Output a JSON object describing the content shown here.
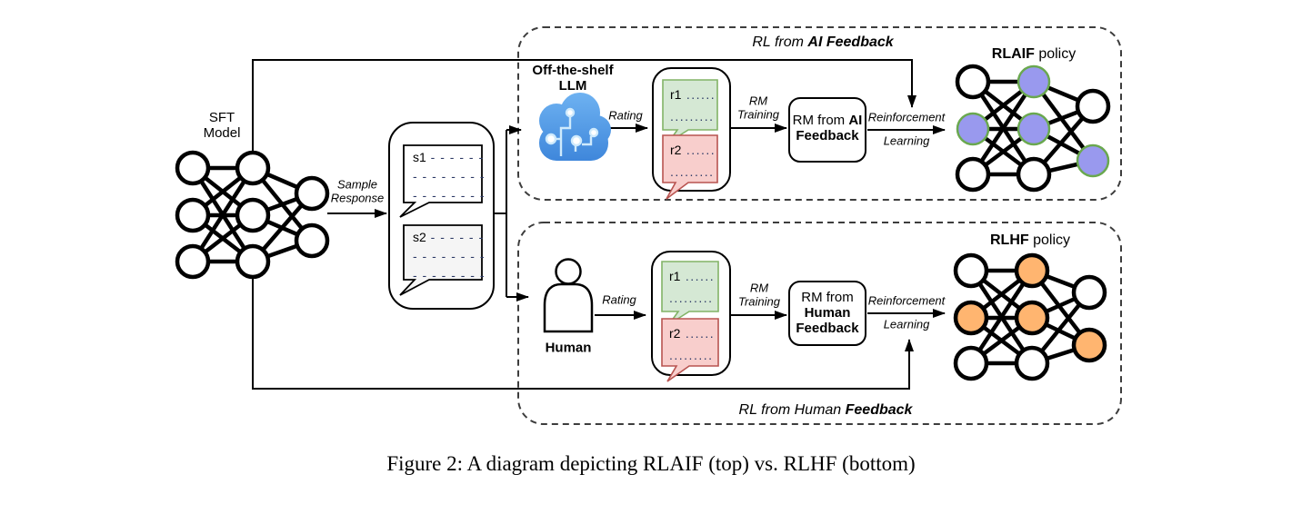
{
  "figure": {
    "caption": "Figure 2: A diagram depicting RLAIF (top) vs. RLHF (bottom)"
  },
  "labels": {
    "sft": {
      "l1": "SFT",
      "l2": "Model"
    },
    "sample": {
      "l1": "Sample",
      "l2": "Response"
    },
    "llm": {
      "l1": "Off-the-shelf",
      "l2": "LLM"
    },
    "rating_top": "Rating",
    "rating_bottom": "Rating",
    "rm_training_top": {
      "l1": "RM",
      "l2": "Training"
    },
    "rm_training_bottom": {
      "l1": "RM",
      "l2": "Training"
    },
    "rm_ai": {
      "l1a": "RM from ",
      "l1b": "AI",
      "l2": "Feedback"
    },
    "rm_human": {
      "l1": "RM from",
      "l2": "Human",
      "l3": "Feedback"
    },
    "reinforcement_top": {
      "l1": "Reinforcement",
      "l2": "Learning"
    },
    "reinforcement_bottom": {
      "l1": "Reinforcement",
      "l2": "Learning"
    },
    "rlaif_title": {
      "bold": "RLAIF",
      "rest": " policy"
    },
    "rlhf_title": {
      "bold": "RLHF",
      "rest": " policy"
    },
    "rl_ai_region": {
      "prefix": "RL from ",
      "bold": "AI Feedback"
    },
    "rl_human_region": {
      "prefix": "RL from Human ",
      "bold": "Feedback"
    },
    "human": "Human"
  },
  "bubbles": {
    "s1": {
      "label": "s1",
      "dash_inline": " - - - - - -",
      "dash_row": "- - - - - - - -"
    },
    "s2": {
      "label": "s2",
      "dash_inline": " - - - - - -",
      "dash_row": "- - - - - - - -"
    },
    "r1_top": {
      "label": "r1",
      "dots_inline": " ......",
      "dots_row": "........."
    },
    "r2_top": {
      "label": "r2",
      "dots_inline": " ......",
      "dots_row": "........."
    },
    "r1_bottom": {
      "label": "r1",
      "dots_inline": " ......",
      "dots_row": "........."
    },
    "r2_bottom": {
      "label": "r2",
      "dots_inline": " ......",
      "dots_row": "........."
    }
  },
  "colors": {
    "purple_node": "#9999ee",
    "purple_node_border": "#6aa84f",
    "orange_node": "#ffb570",
    "green_bubble": "#d5e8d4",
    "green_bubble_border": "#82b366",
    "red_bubble": "#f8cecc",
    "red_bubble_border": "#b85450",
    "cloud_blue_light": "#6fb3f2",
    "cloud_blue_dark": "#3d85da",
    "cloud_trace": "#cfeafc",
    "dash_text": "#2d3a66"
  },
  "networks": {
    "sft": {
      "layers": [
        [
          "white",
          "white",
          "white"
        ],
        [
          "white",
          "white",
          "white"
        ],
        [
          "white",
          "white"
        ]
      ]
    },
    "rlaif": {
      "layers": [
        [
          "white",
          "purple",
          "white"
        ],
        [
          "purple",
          "purple",
          "white"
        ],
        [
          "white",
          "purple"
        ]
      ]
    },
    "rlhf": {
      "layers": [
        [
          "white",
          "orange",
          "white"
        ],
        [
          "orange",
          "orange",
          "white"
        ],
        [
          "white",
          "orange"
        ]
      ]
    }
  }
}
